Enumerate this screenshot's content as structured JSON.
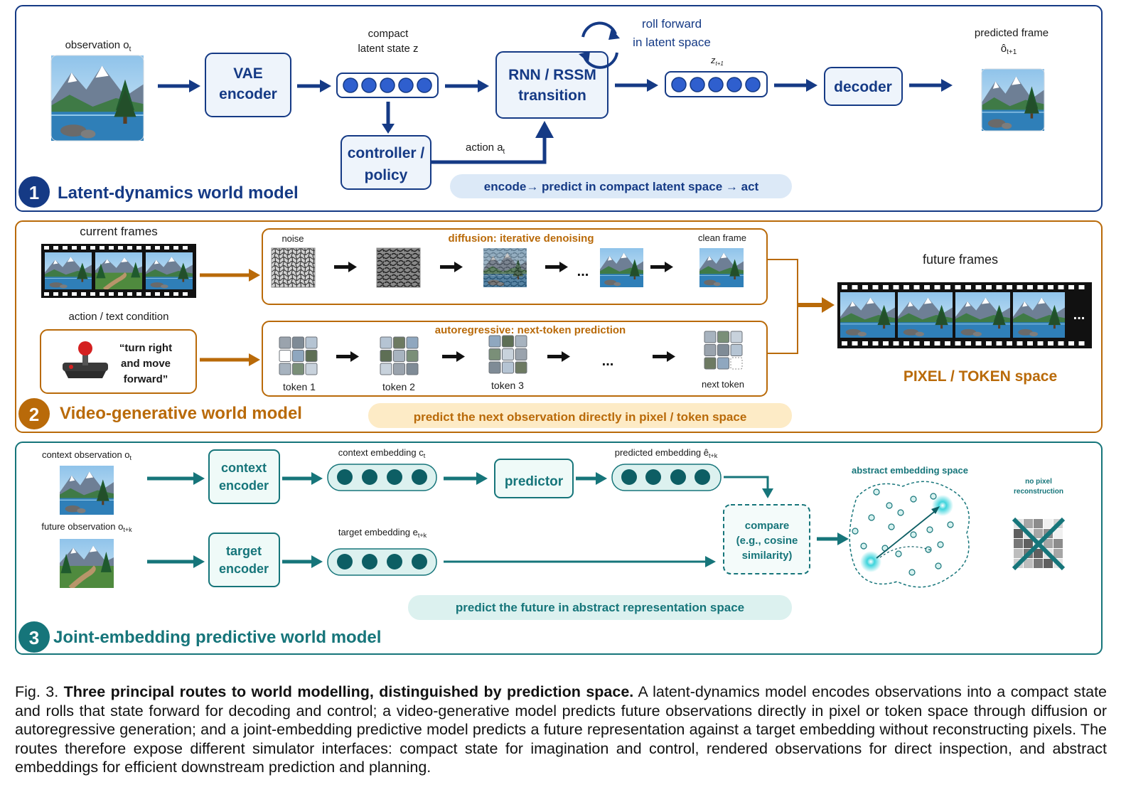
{
  "colors": {
    "blue_dark": "#153a85",
    "blue_light": "#dce9f7",
    "orange": "#b96a09",
    "orange_light": "#fdebc6",
    "teal": "#16757a",
    "teal_light": "#dcf1ef",
    "text": "#1a1a1a"
  },
  "icons": {
    "observation_image": "mountain-lake-landscape-icon",
    "film_strip": "film-strip-icon",
    "joystick": "joystick-icon",
    "noise": "noise-texture-icon",
    "token_grid": "token-grid-icon",
    "cycle": "cycle-arrows-icon",
    "crossed_grid": "crossed-pixel-grid-icon",
    "embedding_cloud": "embedding-cloud-icon"
  },
  "panel1": {
    "number": "1",
    "title": "Latent-dynamics world model",
    "observation_label": "observation o",
    "observation_sub": "t",
    "vae_line1": "VAE",
    "vae_line2": "encoder",
    "compact_line1": "compact",
    "compact_line2": "latent state z",
    "controller_line1": "controller /",
    "controller_line2": "policy",
    "action_label": "action a",
    "action_sub": "t",
    "rnn_line1": "RNN / RSSM",
    "rnn_line2": "transition",
    "roll_line1": "roll forward",
    "roll_line2": "in latent space",
    "z_label": "z",
    "z_sub": "t+1",
    "decoder": "decoder",
    "predicted_line1": "predicted frame",
    "predicted_line2": "ô",
    "predicted_sub": "t+1",
    "pill": "encode→ predict in compact latent space → act"
  },
  "panel2": {
    "number": "2",
    "title": "Video-generative world model",
    "current_frames": "current frames",
    "action_text_condition": "action / text condition",
    "quote_line1": "“turn right",
    "quote_line2": "and move",
    "quote_line3": "forward”",
    "noise": "noise",
    "diffusion_title": "diffusion: iterative denoising",
    "clean_frame": "clean frame",
    "ellipsis": "...",
    "ar_title": "autoregressive: next-token prediction",
    "token1": "token 1",
    "token2": "token 2",
    "token3": "token 3",
    "next_token": "next token",
    "future_frames": "future frames",
    "space_label": "PIXEL / TOKEN space",
    "pill": "predict the next observation directly in pixel / token space"
  },
  "panel3": {
    "number": "3",
    "title": "Joint-embedding predictive world model",
    "context_obs": "context observation o",
    "context_obs_sub": "t",
    "future_obs": "future observation o",
    "future_obs_sub": "t+k",
    "context_enc_line1": "context",
    "context_enc_line2": "encoder",
    "target_enc_line1": "target",
    "target_enc_line2": "encoder",
    "context_emb": "context embedding c",
    "context_emb_sub": "t",
    "target_emb": "target embedding e",
    "target_emb_sub": "t+k",
    "predictor": "predictor",
    "pred_emb": "predicted embedding ê",
    "pred_emb_sub": "t+k",
    "compare_line1": "compare",
    "compare_line2": "(e.g., cosine",
    "compare_line3": "similarity)",
    "abstract_space": "abstract embedding space",
    "no_pixel_line1": "no pixel",
    "no_pixel_line2": "reconstruction",
    "pill": "predict the future in abstract representation space"
  },
  "caption": {
    "label": "Fig. 3.",
    "bold": "Three principal routes to world modelling, distinguished by prediction space.",
    "text": "A latent-dynamics model encodes observations into a compact state and rolls that state forward for decoding and control; a video-generative model predicts future observations directly in pixel or token space through diffusion or autoregressive generation; and a joint-embedding predictive model predicts a future representation against a target embedding without reconstructing pixels. The routes therefore expose different simulator interfaces: compact state for imagination and control, rendered observations for direct inspection, and abstract embeddings for efficient downstream prediction and planning."
  }
}
